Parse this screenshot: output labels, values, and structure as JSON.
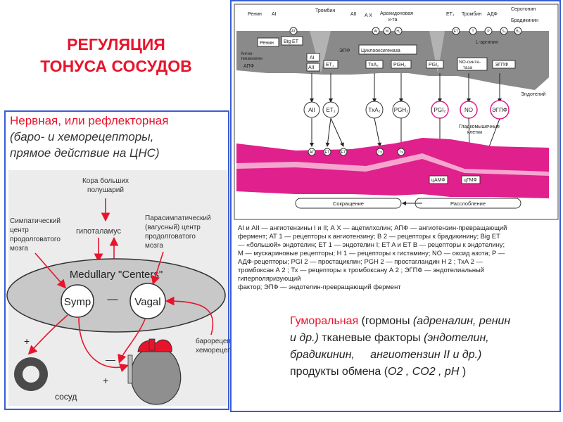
{
  "title": {
    "line1": "РЕГУЛЯЦИЯ",
    "line2": "ТОНУСА СОСУДОВ"
  },
  "nervous": {
    "heading": "Нервная, или рефлекторная",
    "line2": "(баро- и хеморецепторы,",
    "line3": "прямое действие на ЦНС)",
    "cortex1": "Кора больших",
    "cortex2": "полушарий",
    "hypothalamus": "гипоталамус",
    "symp_center": [
      "Симпатический",
      "центр",
      "продолговатого",
      "мозга"
    ],
    "para_center": [
      "Парасимпатический",
      "(вагусный) центр",
      "продолговатого",
      "мозга"
    ],
    "medullary": "Medullary \"Centers\"",
    "symp": "Symp",
    "vagal": "Vagal",
    "minus": "—",
    "plus": "+",
    "receptors1": "барорецепторы,",
    "receptors2": "хеморецепторы",
    "vessel": "сосуд"
  },
  "endo": {
    "top_labels": [
      "Ренин",
      "AI",
      "Тромбин",
      "AII",
      "A X",
      "Арахидоновая",
      "к-та",
      "ET₁",
      "Тромбин",
      "АДФ",
      "Серотонин",
      "Брадикинин"
    ],
    "receptor_labels": [
      "AT",
      "AI",
      "M",
      "H₁",
      "ET",
      "T",
      "P",
      "S₂",
      "B₂"
    ],
    "cell_labels": [
      "Ренин",
      "Big ET",
      "Ангио-",
      "тензиноген",
      "AI",
      "AII",
      "ЭПФ",
      "АПФ",
      "ET₁",
      "Циклооксигеназа",
      "L-аргинин",
      "ТхА₂",
      "PGH₂",
      "PGI₂",
      "NO-синте-",
      "таза",
      "ЭГПФ",
      "Эндотелий"
    ],
    "mediators": [
      "AII",
      "ET₁",
      "TxA₂",
      "PGH₂",
      "PGI₂",
      "NO",
      "ЭГПФ"
    ],
    "smooth": [
      "Гладкомышечные",
      "клетки"
    ],
    "smooth_receptors": [
      "AT",
      "ET",
      "ET",
      "Tx",
      "Tx"
    ],
    "camp": "цАМФ",
    "cgmp": "цГМФ",
    "contraction": "Сокращение",
    "relaxation": "Расслобление"
  },
  "legend": [
    "AI и AII — ангиотензины I и II; А Х — ацетилхолин; АПФ — ангиотензин-превращающий",
    "фермент; АТ 1 — рецепторы к ангиотензину; В 2 — рецепторы к брадикинину; Big ET",
    "— «большой» эндотелин; ET 1 — эндотелин I; ET A и ET B — рецепторы к эндотелину;",
    "М — мускариновые рецепторы; Н 1 — рецепторы к гистамину; NO — оксид азота; Р —",
    "АДФ-рецепторы; PGI 2 — простациклин; PGH 2 — простагландин Н 2 ; ТхА 2 —",
    "тромбоксан А 2 ; Тх — рецепторы к тромбоксану А 2 ; ЭГПФ — эндотелиальный",
    "гиперполяризующий",
    "фактор; ЭПФ — эндотелин-превращающий фермент"
  ],
  "humoral": {
    "lead": "Гуморальная",
    "t1": " (гормоны ",
    "t2": "(адреналин, ренин",
    "t3": "и др.)",
    "t4": " тканевые факторы ",
    "t5": "(эндотелин,",
    "t6": "брадикинин,     ангиотензин II и др.)",
    "t7": "продукты обмена (",
    "t8": "O2 , CO2 , pH",
    "t9": " )"
  },
  "colors": {
    "title_red": "#e8142c",
    "panel_blue": "#3a5cd6",
    "magenta": "#e0208c",
    "endothelium_gray": "#8a8a8a"
  }
}
